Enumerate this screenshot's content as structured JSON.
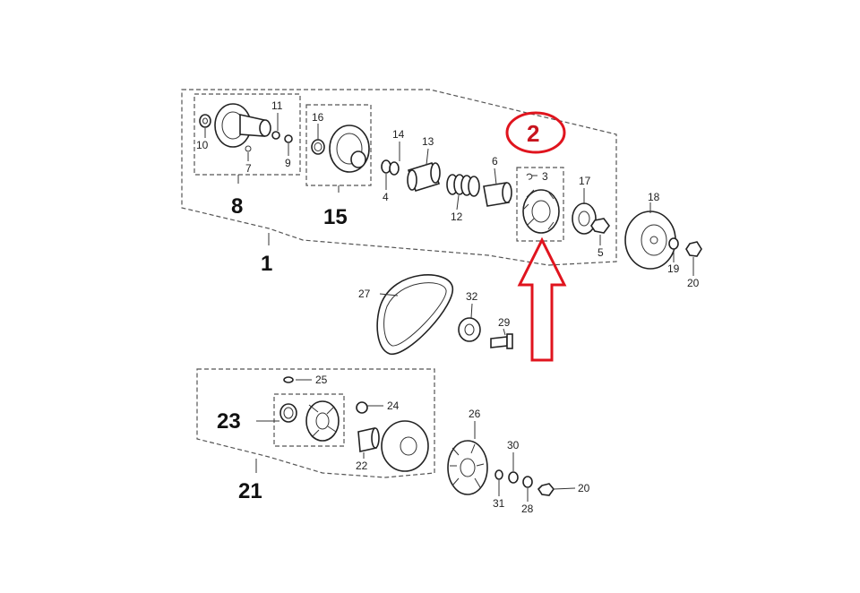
{
  "diagram": {
    "labels": {
      "p1": "1",
      "p2": "2",
      "p3": "3",
      "p4": "4",
      "p5": "5",
      "p6": "6",
      "p7": "7",
      "p8": "8",
      "p9": "9",
      "p10": "10",
      "p11": "11",
      "p12": "12",
      "p13": "13",
      "p14": "14",
      "p15": "15",
      "p16": "16",
      "p17": "17",
      "p18": "18",
      "p19": "19",
      "p20a": "20",
      "p20b": "20",
      "p21": "21",
      "p22": "22",
      "p23": "23",
      "p24": "24",
      "p25": "25",
      "p26": "26",
      "p27": "27",
      "p28": "28",
      "p29": "29",
      "p30": "30",
      "p31": "31",
      "p32": "32"
    },
    "colors": {
      "highlight": "#e0141e",
      "line": "#222222",
      "dashed_frame": "#555555"
    },
    "highlighted_part": "2",
    "icons": {
      "highlight_ring": "red-ellipse-icon",
      "pointer": "up-arrow-outline-icon"
    }
  }
}
